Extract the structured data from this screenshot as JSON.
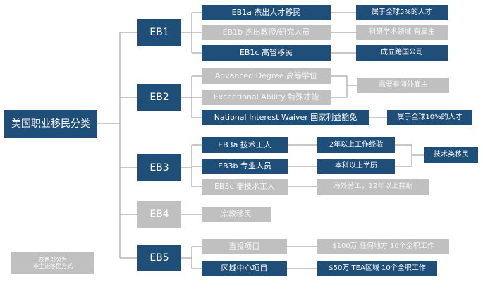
{
  "root": {
    "label": "美国职业移民分类"
  },
  "categories": {
    "eb1": {
      "label": "EB1",
      "items": [
        {
          "label": "EB1a 杰出人才移民",
          "note": "属于全球5%的人才"
        },
        {
          "label": "EB1b 杰出教授/研究人员",
          "note": "科研学术领域 有雇主"
        },
        {
          "label": "EB1c 高管移民",
          "note": "成立跨国公司"
        }
      ]
    },
    "eb2": {
      "label": "EB2",
      "items": [
        {
          "label": "Advanced Degree 高等学位"
        },
        {
          "label": "Exceptional Ability 特殊才能"
        },
        {
          "label": "National Interest Waiver 国家利益豁免",
          "note": "属于全球10%的人才"
        }
      ],
      "shared_note": "需要有海外雇主"
    },
    "eb3": {
      "label": "EB3",
      "items": [
        {
          "label": "EB3a 技术工人",
          "note": "2年以上工作经验"
        },
        {
          "label": "EB3b 专业人员",
          "note": "本科以上学历"
        },
        {
          "label": "EB3c 非技术工人",
          "note": "海外劳工，12年以上排期"
        }
      ],
      "group_note": "技术类移民"
    },
    "eb4": {
      "label": "EB4",
      "items": [
        {
          "label": "宗教移民"
        }
      ]
    },
    "eb5": {
      "label": "EB5",
      "items": [
        {
          "label": "直投项目",
          "note": "$100万 任何地方 10个全职工作"
        },
        {
          "label": "区域中心项目",
          "note": "$50万 TEA区域 10个全职工作"
        }
      ]
    }
  },
  "legend": {
    "line1": "灰色部分为",
    "line2": "非主流移民方式"
  },
  "colors": {
    "primary": "#1f4e79",
    "secondary": "#c0c0c0",
    "connector": "#a6a6a6"
  }
}
